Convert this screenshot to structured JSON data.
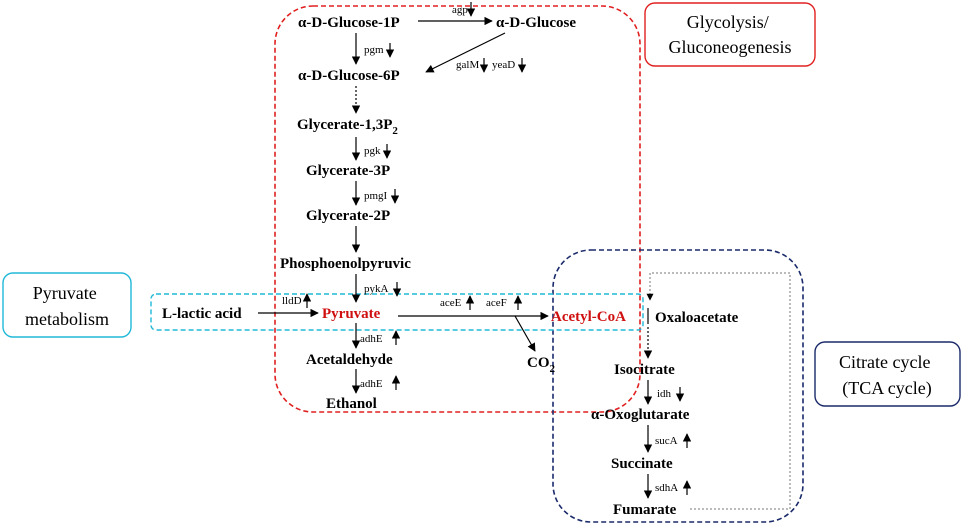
{
  "pathway_boxes": {
    "glycolysis": "Glycolysis/\nGluconeogenesis",
    "pyruvate": "Pyruvate\nmetabolism",
    "citrate": "Citrate cycle\n(TCA cycle)"
  },
  "metabolites": {
    "glucose_1p": "α-D-Glucose-1P",
    "glucose": "α-D-Glucose",
    "glucose_6p": "α-D-Glucose-6P",
    "glycerate_13p2_base": "Glycerate-1,3P",
    "glycerate_13p2_sub": "2",
    "glycerate_3p": "Glycerate-3P",
    "glycerate_2p": "Glycerate-2P",
    "pep": "Phosphoenolpyruvic",
    "lactic": "L-lactic acid",
    "pyruvate": "Pyruvate",
    "acetyl_coa": "Acetyl-CoA",
    "oxaloacetate": "Oxaloacetate",
    "acetaldehyde": "Acetaldehyde",
    "ethanol": "Ethanol",
    "co2_base": "CO",
    "co2_sub": "2",
    "isocitrate": "Isocitrate",
    "oxoglutarate": "α-Oxoglutarate",
    "succinate": "Succinate",
    "fumarate": "Fumarate"
  },
  "enzymes": {
    "agp": "agp",
    "pgm": "pgm",
    "galm": "galM",
    "yead": "yeaD",
    "pgk": "pgk",
    "pmgi": "pmgI",
    "pyka": "pykA",
    "lldd": "lldD",
    "acee": "aceE",
    "acef": "aceF",
    "adhe1": "adhE",
    "adhe2": "adhE",
    "idh": "idh",
    "suca": "sucA",
    "sdha": "sdhA"
  },
  "colors": {
    "glycolysis_border": "#e02020",
    "pyruvate_border": "#20b8d8",
    "citrate_border": "#1a2a6a",
    "highlight_text": "#d01010"
  },
  "regulation": {
    "agp": "down",
    "pgm": "down",
    "galm": "down",
    "yead": "down",
    "pgk": "down",
    "pmgi": "down",
    "pyka": "down",
    "lldd": "up",
    "acee": "up",
    "acef": "up",
    "adhe1": "up",
    "adhe2": "up",
    "idh": "down",
    "suca": "up",
    "sdha": "up"
  }
}
